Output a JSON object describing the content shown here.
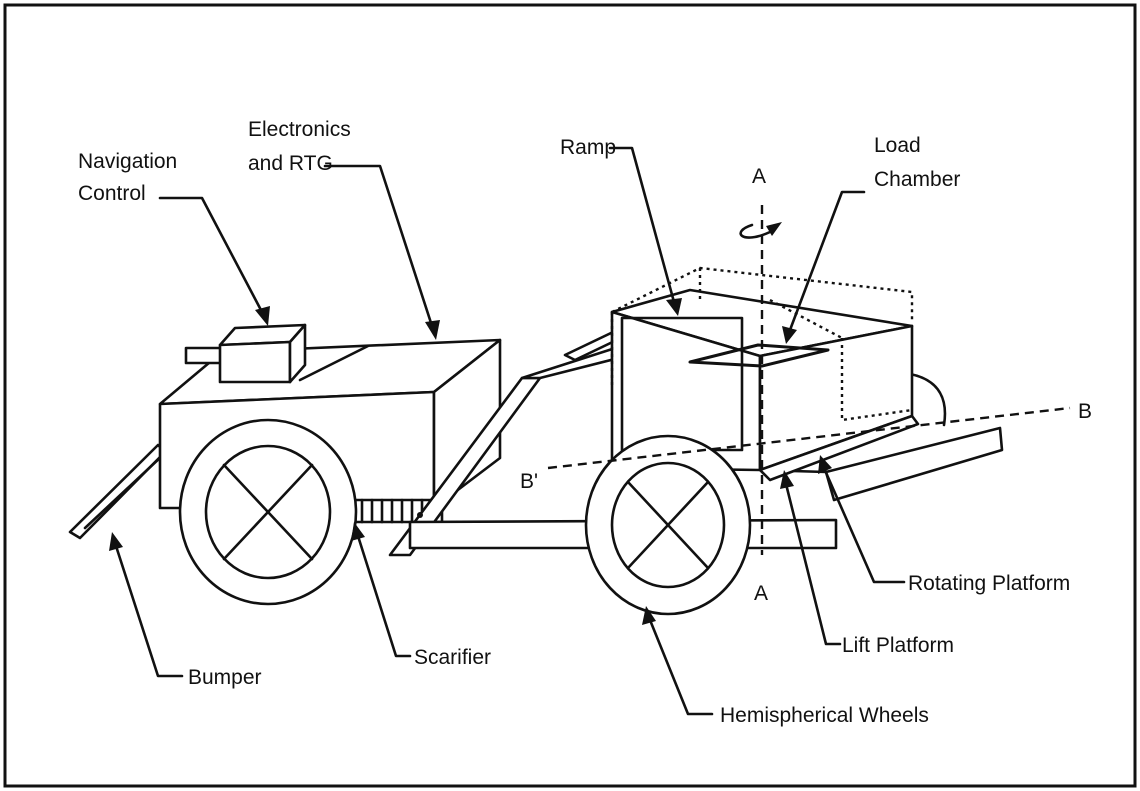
{
  "labels": {
    "navigation_control": [
      "Navigation",
      "Control"
    ],
    "electronics_rtg": [
      "Electronics",
      "and RTG"
    ],
    "ramp": "Ramp",
    "load_chamber": [
      "Load",
      "Chamber"
    ],
    "axis_a_top": "A",
    "axis_a_bottom": "A",
    "axis_b": "B",
    "axis_b_prime": "B'",
    "rotating_platform": "Rotating Platform",
    "lift_platform": "Lift Platform",
    "hemispherical_wheels": "Hemispherical Wheels",
    "scarifier": "Scarifier",
    "bumper": "Bumper"
  }
}
